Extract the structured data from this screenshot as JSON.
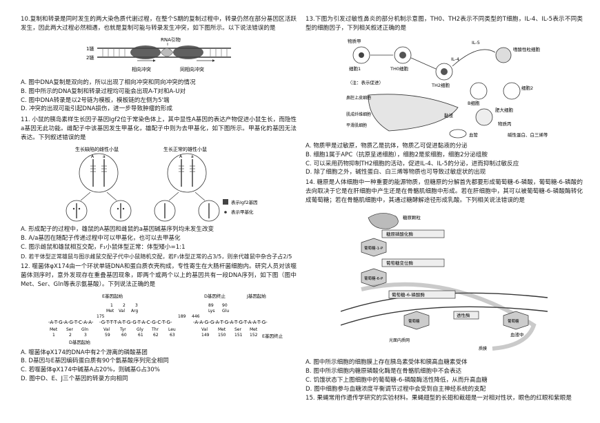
{
  "q10": {
    "stem": "10.复制和转录是同时发生的两大染色质代谢过程，在整个S期的复制过程中，转录仍然在部分基因区活跃发生，因此两大过程必然相遇，也就是复制可能与转录发生冲突，如下图所示。以下说法错误的是",
    "fig": {
      "rna_primer": "RNA引物",
      "strand1": "1链",
      "strand2": "2链",
      "head_on": "相向冲突",
      "co_dir": "同相向冲突"
    },
    "options": [
      "A. 图中DNA复制是双向的，所以出现了相向冲突和同向冲突的情况",
      "B. 图中所示的DNA复制和转录过程均可能会出现A-T对和A-U对",
      "C. 图中DNA转录是以2号链为模板，模板链的左侧为5'端",
      "D. 冲突的出现可能引起DNA损伤，进一步导致肿瘤的形成"
    ]
  },
  "q11": {
    "stem": "11. 小鼠的胰岛素样生长因子基因Igf2位于常染色体上，其中显性A基因的表达产物促进小鼠生长，而隐性a基因无此功能。雌配子中该基因发生甲基化，雄配子中则为去甲基化，如下图所示。甲基化的基因无法表达。下列叙述错误的是",
    "fig": {
      "female": "生长缺陷的雌性小鼠",
      "male": "生长正常的雄性小鼠",
      "legend1": "表示Igf2基因",
      "legend2": "表示甲基化",
      "allele_A": "A",
      "allele_a": "a"
    },
    "options": [
      "A. 形成配子的过程中，雄鼠的A基因和雌鼠的a基因碱基序列均未发生改变",
      "B. A/a基因在随配子传递过程中可以甲基化，也可以去甲基化",
      "C. 图示雌鼠和雄鼠相互交配，F₁小鼠体型正常：体型矮小=1:1",
      "D. 若干体型正常雄鼠与图示雌鼠交配子代中小鼠随机交配，若F₁体型正常的占3/5，则亲代雄鼠中杂合子占2/5"
    ]
  },
  "q12": {
    "stem": "12. 噬菌体φX174由一个环状单链DNA和蛋白质衣壳构成，专性寄生在大肠杆菌细胞内。研究人员对该噬菌体测序时，意外发现存在重叠基因现象，即两个或两个以上的基因共有一段DNA序列，如下图（图中Met、Ser、Gln等表示氨基酸）。下列说法正确的是",
    "fig": {
      "e_start": "E基因起始",
      "d_end": "D基因终止",
      "j_start": "J基因起始",
      "d_start": "D基因起始",
      "e_end": "E基因终止",
      "seq1": "-A-T-G-A-G-T-C-A-A-",
      "seq2": "-G-T-T-T-A-T-G-G-T-A-C-G-C-T-G-",
      "seq3": "-A-A-G-G-A-T-G-A-T-G-T-A-A-T-G-",
      "above_nums": [
        "1",
        "2",
        "3"
      ],
      "above_aas": [
        "Met",
        "Val",
        "Arg"
      ],
      "pos": [
        "175",
        "189",
        "446"
      ],
      "above_aas2": [
        "Lys",
        "Glu"
      ],
      "above_nums2": [
        "89",
        "90"
      ],
      "below_aas": [
        "Met",
        "Ser",
        "Gln",
        "Val",
        "Tyr",
        "Gly",
        "Thr",
        "Leu",
        "Val",
        "Met",
        "Ser",
        "Met"
      ],
      "below_nums": [
        "1",
        "2",
        "3",
        "59",
        "60",
        "61",
        "62",
        "63",
        "149",
        "150",
        "151",
        "152"
      ]
    },
    "options": [
      "A. 噬菌体φX174的DNA中有2个游离的磷酸基团",
      "B. D基因与E基因编码蛋白质有90个氨基酸序列完全相同",
      "C. 若噬菌体φX174中碱基A占20%，则碱基G占30%",
      "D. 图中D、E、J三个基因的转录方向相同"
    ]
  },
  "q13": {
    "stem": "13.下图为引发过敏性鼻炎的部分机制示意图，TH0、TH2表示不同类型的T细胞，IL-4、IL-5表示不同类型的细胞因子，下列相关叙述正确的是",
    "fig": {
      "substance_a": "物质甲",
      "cell1": "细胞1",
      "th0": "TH0细胞",
      "th2": "TH2细胞",
      "il5": "IL-5",
      "il4": "IL-4",
      "eos": "嗜酸性粒细胞",
      "cell2": "细胞2",
      "b_cell": "B细胞",
      "mast": "肥大细胞",
      "note": "（注：表示促进）",
      "substance_b": "物质乙",
      "substance_c": "物质丙",
      "epi": "鼻腔上皮细胞",
      "mucus": "黏液",
      "protein": "碱性蛋白、白三烯等",
      "fibro": "肌成纤维细胞",
      "smooth": "平滑肌细胞",
      "vessel": "血管"
    },
    "options": [
      "A. 物质甲是过敏原，物质乙是抗体，物质乙可促进黏液的分泌",
      "B. 细胞1属于APC（抗原呈递细胞），细胞2是浆细胞，细胞2分泌组胺",
      "C. 可以采用药物抑制TH2细胞的活动，促进IL-4、IL-5的分泌，进而抑制过敏反应",
      "D. 除了细胞之外，碱性蛋白、白三烯等物质也可导致过敏症状的出现"
    ]
  },
  "q14": {
    "stem": "14. 糖原是人体细胞中一种重要的能源物质，但糖原的分解首先都要形成葡萄糖-6-磷酸，葡萄糖-6-磷酸的去向取决于它是在肝细胞中产生还是在骨骼肌细胞中形成。若在肝细胞中，其可以被葡萄糖-6-磷酸酶转化成葡萄糖；若在骨骼肌细胞中，其通过糖酵解途径形成乳酸。下列相关说法错误的是",
    "fig": {
      "granule": "糖原颗粒",
      "phosphorylase": "糖原磷酸化酶",
      "g1p": "葡萄糖-1-P",
      "mutase": "葡萄糖变位酶",
      "g6p": "葡萄糖-6-P",
      "g6pase": "葡萄糖-6-磷酸酶",
      "glucose": "葡萄糖",
      "transporter": "透性酶",
      "blood": "血液中",
      "er": "光面内质网",
      "membrane": "质膜"
    },
    "options": [
      "A. 图中所示细胞的细胞膜上存在胰岛素受体和胰高血糖素受体",
      "B. 图中所示细胞内糖原磷酸化酶是在骨骼肌细胞中不会表达",
      "C. 饥饿状态下上图细胞中的葡萄糖-6-磷酸酶活性降低，从而升高血糖",
      "D. 图中细胞参与血糖浓度平衡调节过程中会受到自主神经系统的支配"
    ]
  },
  "q15": {
    "stem": "15. 果蝇常用作遗传学研究的实验材料。果蝇翅型的长翅和截翅是一对相对性状，眼色的红眼和紫眼是"
  }
}
